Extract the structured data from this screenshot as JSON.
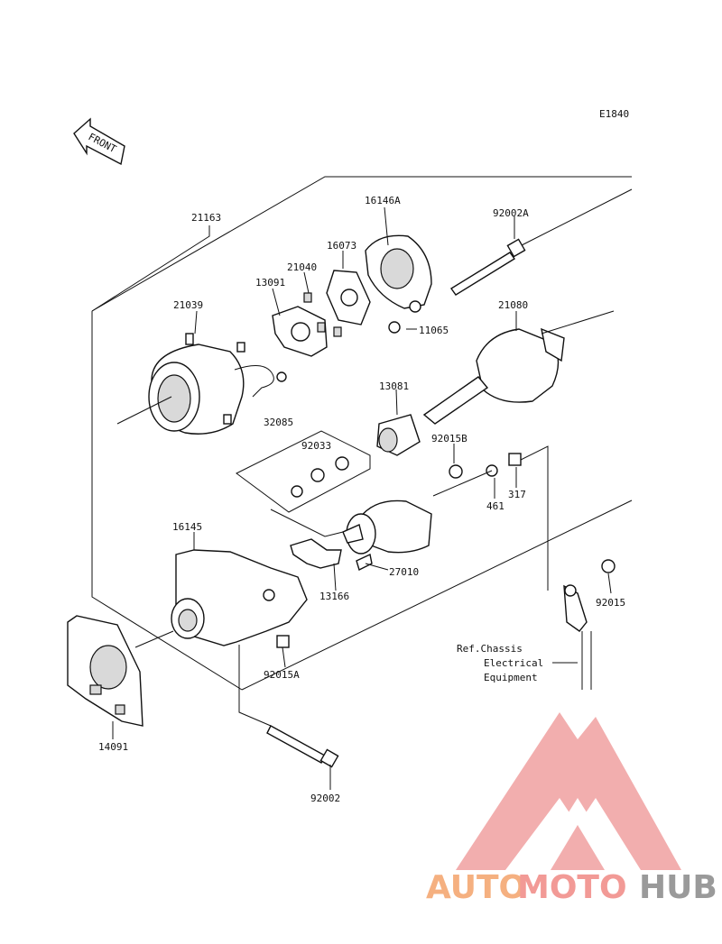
{
  "diagram": {
    "code": "E1840",
    "front_label": "FRONT",
    "ref_lines": [
      "Ref.Chassis",
      "Electrical",
      "Equipment"
    ],
    "parts": [
      {
        "id": "21163"
      },
      {
        "id": "16146A"
      },
      {
        "id": "92002A"
      },
      {
        "id": "16073"
      },
      {
        "id": "21040"
      },
      {
        "id": "13091"
      },
      {
        "id": "21039"
      },
      {
        "id": "11065"
      },
      {
        "id": "21080"
      },
      {
        "id": "13081"
      },
      {
        "id": "32085"
      },
      {
        "id": "92033"
      },
      {
        "id": "92015B"
      },
      {
        "id": "461"
      },
      {
        "id": "317"
      },
      {
        "id": "16145"
      },
      {
        "id": "27010"
      },
      {
        "id": "13166"
      },
      {
        "id": "92015"
      },
      {
        "id": "92015A"
      },
      {
        "id": "14091"
      },
      {
        "id": "92002"
      }
    ]
  },
  "watermark": {
    "word_1": "AUTO",
    "word_2": "MOTO",
    "word_3": "HUB",
    "colors": {
      "auto": "#f5b080",
      "moto": "#f29a96",
      "hub": "#9a9a9a",
      "triangle": "#f0a0a0"
    }
  }
}
